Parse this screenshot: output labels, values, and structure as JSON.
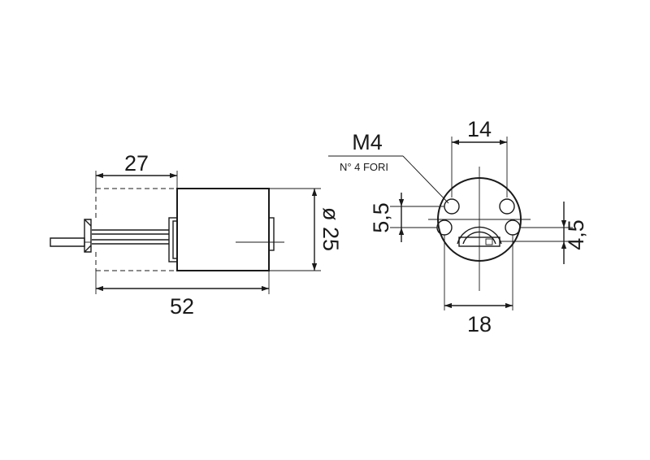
{
  "side_view": {
    "dim_top": "27",
    "dim_bottom": "52",
    "dim_diameter": "ø 25"
  },
  "front_view": {
    "thread": "M4",
    "holes_note": "N° 4 FORI",
    "dim_top": "14",
    "dim_bottom": "18",
    "dim_left": "5,5",
    "dim_right": "4,5"
  }
}
